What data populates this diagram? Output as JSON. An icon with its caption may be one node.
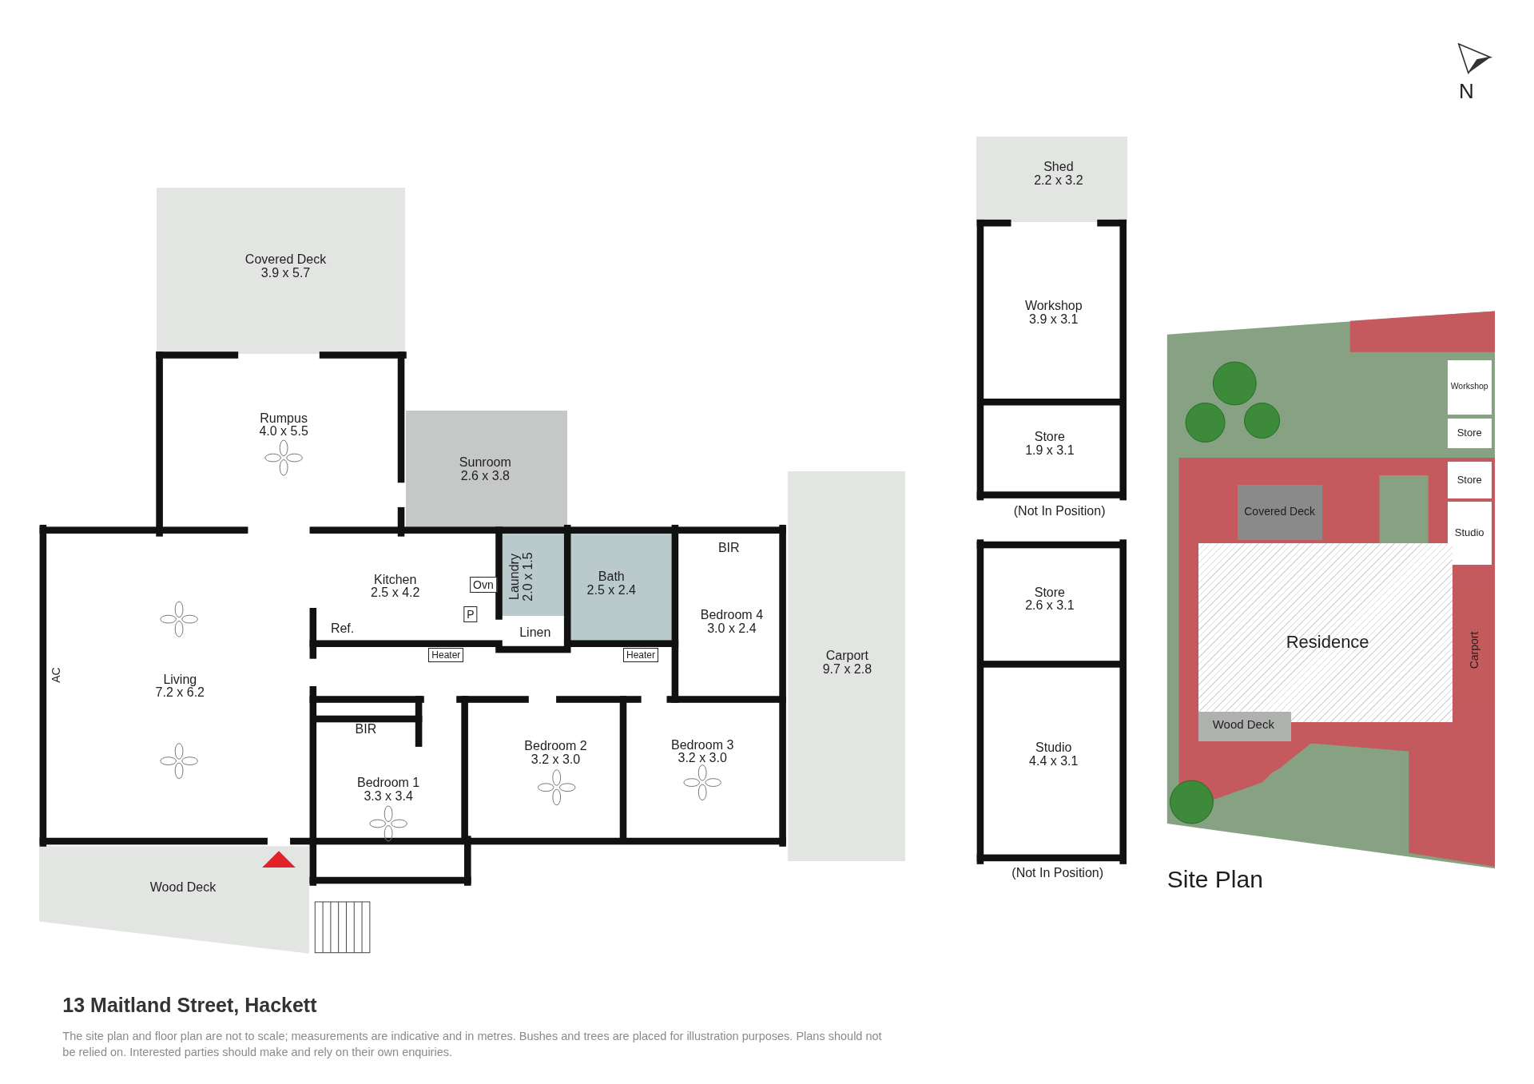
{
  "diagram": {
    "title": "13 Maitland Street, Hackett",
    "caption": "The site plan and floor plan are not to scale; measurements are indicative and in metres. Bushes and trees are placed for illustration purposes. Plans should not be relied on. Interested parties should make and rely on their own enquiries.",
    "nodes": [
      {
        "text": [
          "Covered Deck",
          "3.9 x 5.7"
        ]
      },
      {
        "text": [
          "Rumpus",
          "4.0 x 5.5"
        ]
      },
      {
        "text": [
          "Sunroom",
          "2.6 x 3.8"
        ]
      },
      {
        "text": [
          "Kitchen",
          "2.5 x 4.2"
        ]
      },
      {
        "text": [
          "Laundry",
          "2.0 x 1.5"
        ]
      },
      {
        "text": [
          "Bath",
          "2.5 x 2.4"
        ]
      },
      {
        "text": [
          "BIR"
        ]
      },
      {
        "text": [
          "Bedroom 4",
          "3.0 x 2.4"
        ]
      },
      {
        "text": [
          "Living",
          "7.2 x 6.2"
        ]
      },
      {
        "text": [
          "BIR"
        ]
      },
      {
        "text": [
          "Bedroom 1",
          "3.3 x 3.4"
        ]
      },
      {
        "text": [
          "Bedroom 2",
          "3.2 x 3.0"
        ]
      },
      {
        "text": [
          "Bedroom 3",
          "3.2 x 3.0"
        ]
      },
      {
        "text": [
          "Carport",
          "9.7 x 2.8"
        ]
      },
      {
        "text": [
          "Wood Deck"
        ]
      },
      {
        "text": [
          "Shed",
          "2.2 x 3.2"
        ]
      },
      {
        "text": [
          "Workshop",
          "3.9 x 3.1"
        ]
      },
      {
        "text": [
          "Store",
          "1.9 x 3.1"
        ]
      },
      {
        "text": [
          "Store",
          "2.6 x 3.1"
        ]
      },
      {
        "text": [
          "Studio",
          "4.4 x 3.1"
        ]
      },
      {
        "text": [
          "Workshop"
        ]
      },
      {
        "text": [
          "Store"
        ]
      },
      {
        "text": [
          "Store"
        ]
      },
      {
        "text": [
          "Studio"
        ]
      },
      {
        "text": [
          "Covered Deck"
        ]
      },
      {
        "text": [
          "Residence"
        ]
      },
      {
        "text": [
          "Carport"
        ]
      },
      {
        "text": [
          "Wood Deck"
        ]
      }
    ],
    "edges": [],
    "labels": [
      "N",
      "Ovn",
      "P",
      "Ref.",
      "Linen",
      "Heater",
      "Heater",
      "AC",
      "(Not In Position)",
      "(Not In Position)",
      "Site Plan"
    ]
  }
}
